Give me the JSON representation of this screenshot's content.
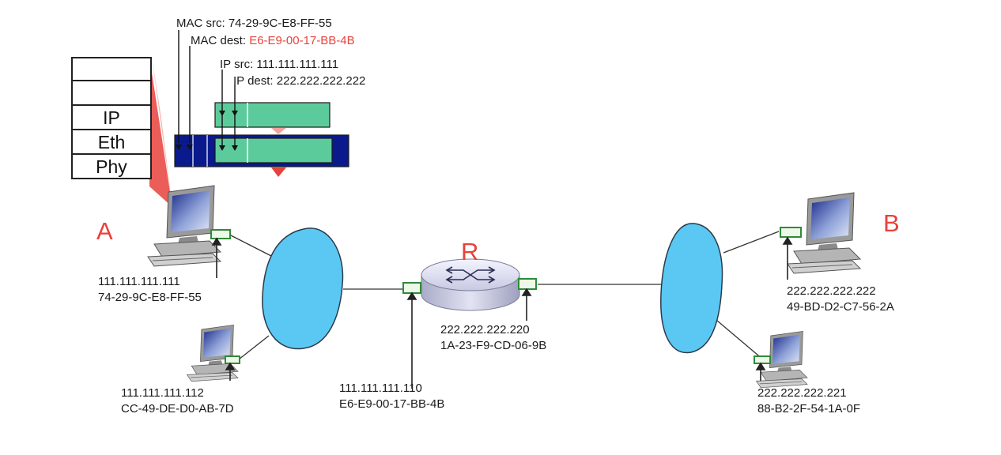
{
  "frame": {
    "mac_src_label": "MAC src:",
    "mac_src_value": "74-29-9C-E8-FF-55",
    "mac_dest_label": "MAC dest:",
    "mac_dest_value": "E6-E9-00-17-BB-4B",
    "ip_src_label": "IP src:",
    "ip_src_value": "111.111.111.111",
    "ip_dest_label": "IP dest:",
    "ip_dest_value": "222.222.222.222"
  },
  "stack": {
    "layers": [
      "",
      "",
      "IP",
      "Eth",
      "Phy"
    ]
  },
  "nodes": {
    "host_a": {
      "label": "A",
      "ip": "111.111.111.111",
      "mac": "74-29-9C-E8-FF-55"
    },
    "host_a2": {
      "ip": "111.111.111.112",
      "mac": "CC-49-DE-D0-AB-7D"
    },
    "router": {
      "label": "R",
      "left_ip": "111.111.111.110",
      "left_mac": "E6-E9-00-17-BB-4B",
      "right_ip": "222.222.222.220",
      "right_mac": "1A-23-F9-CD-06-9B"
    },
    "host_b": {
      "label": "B",
      "ip": "222.222.222.222",
      "mac": "49-BD-D2-C7-56-2A"
    },
    "host_b2": {
      "ip": "222.222.222.221",
      "mac": "88-B2-2F-54-1A-0F"
    }
  },
  "colors": {
    "accent_red": "#e8413b",
    "frame_blue": "#0a1a8c",
    "datagram_green": "#5ccb9b",
    "network_blue": "#5bc8f4",
    "interface_green": "#2e8b3a"
  }
}
